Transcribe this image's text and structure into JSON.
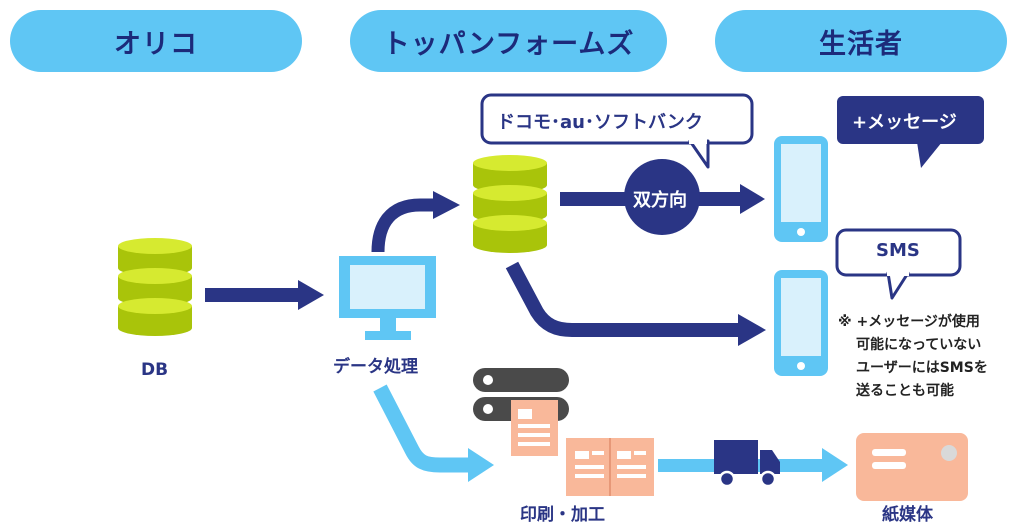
{
  "columns": {
    "orico": "オリコ",
    "toppan": "トッパンフォームズ",
    "consumer": "生活者"
  },
  "labels": {
    "db": "DB",
    "data_processing": "データ処理",
    "print": "印刷・加工",
    "paper": "紙媒体",
    "bidirectional": "双方向",
    "carriers": "ドコモ･au･ソフトバンク",
    "plus_message": "+メッセージ",
    "sms": "SMS"
  },
  "note": {
    "line1": "※ +メッセージが使用",
    "line2": "可能になっていない",
    "line3": "ユーザーにはSMSを",
    "line4": "送ることも可能"
  },
  "colors": {
    "pill": "#5fc6f4",
    "navy": "#2a3585",
    "db_green": "#b8d40a",
    "light_blue": "#5fc6f4",
    "salmon": "#f9b89a",
    "dark_gray": "#4a4a4a"
  }
}
